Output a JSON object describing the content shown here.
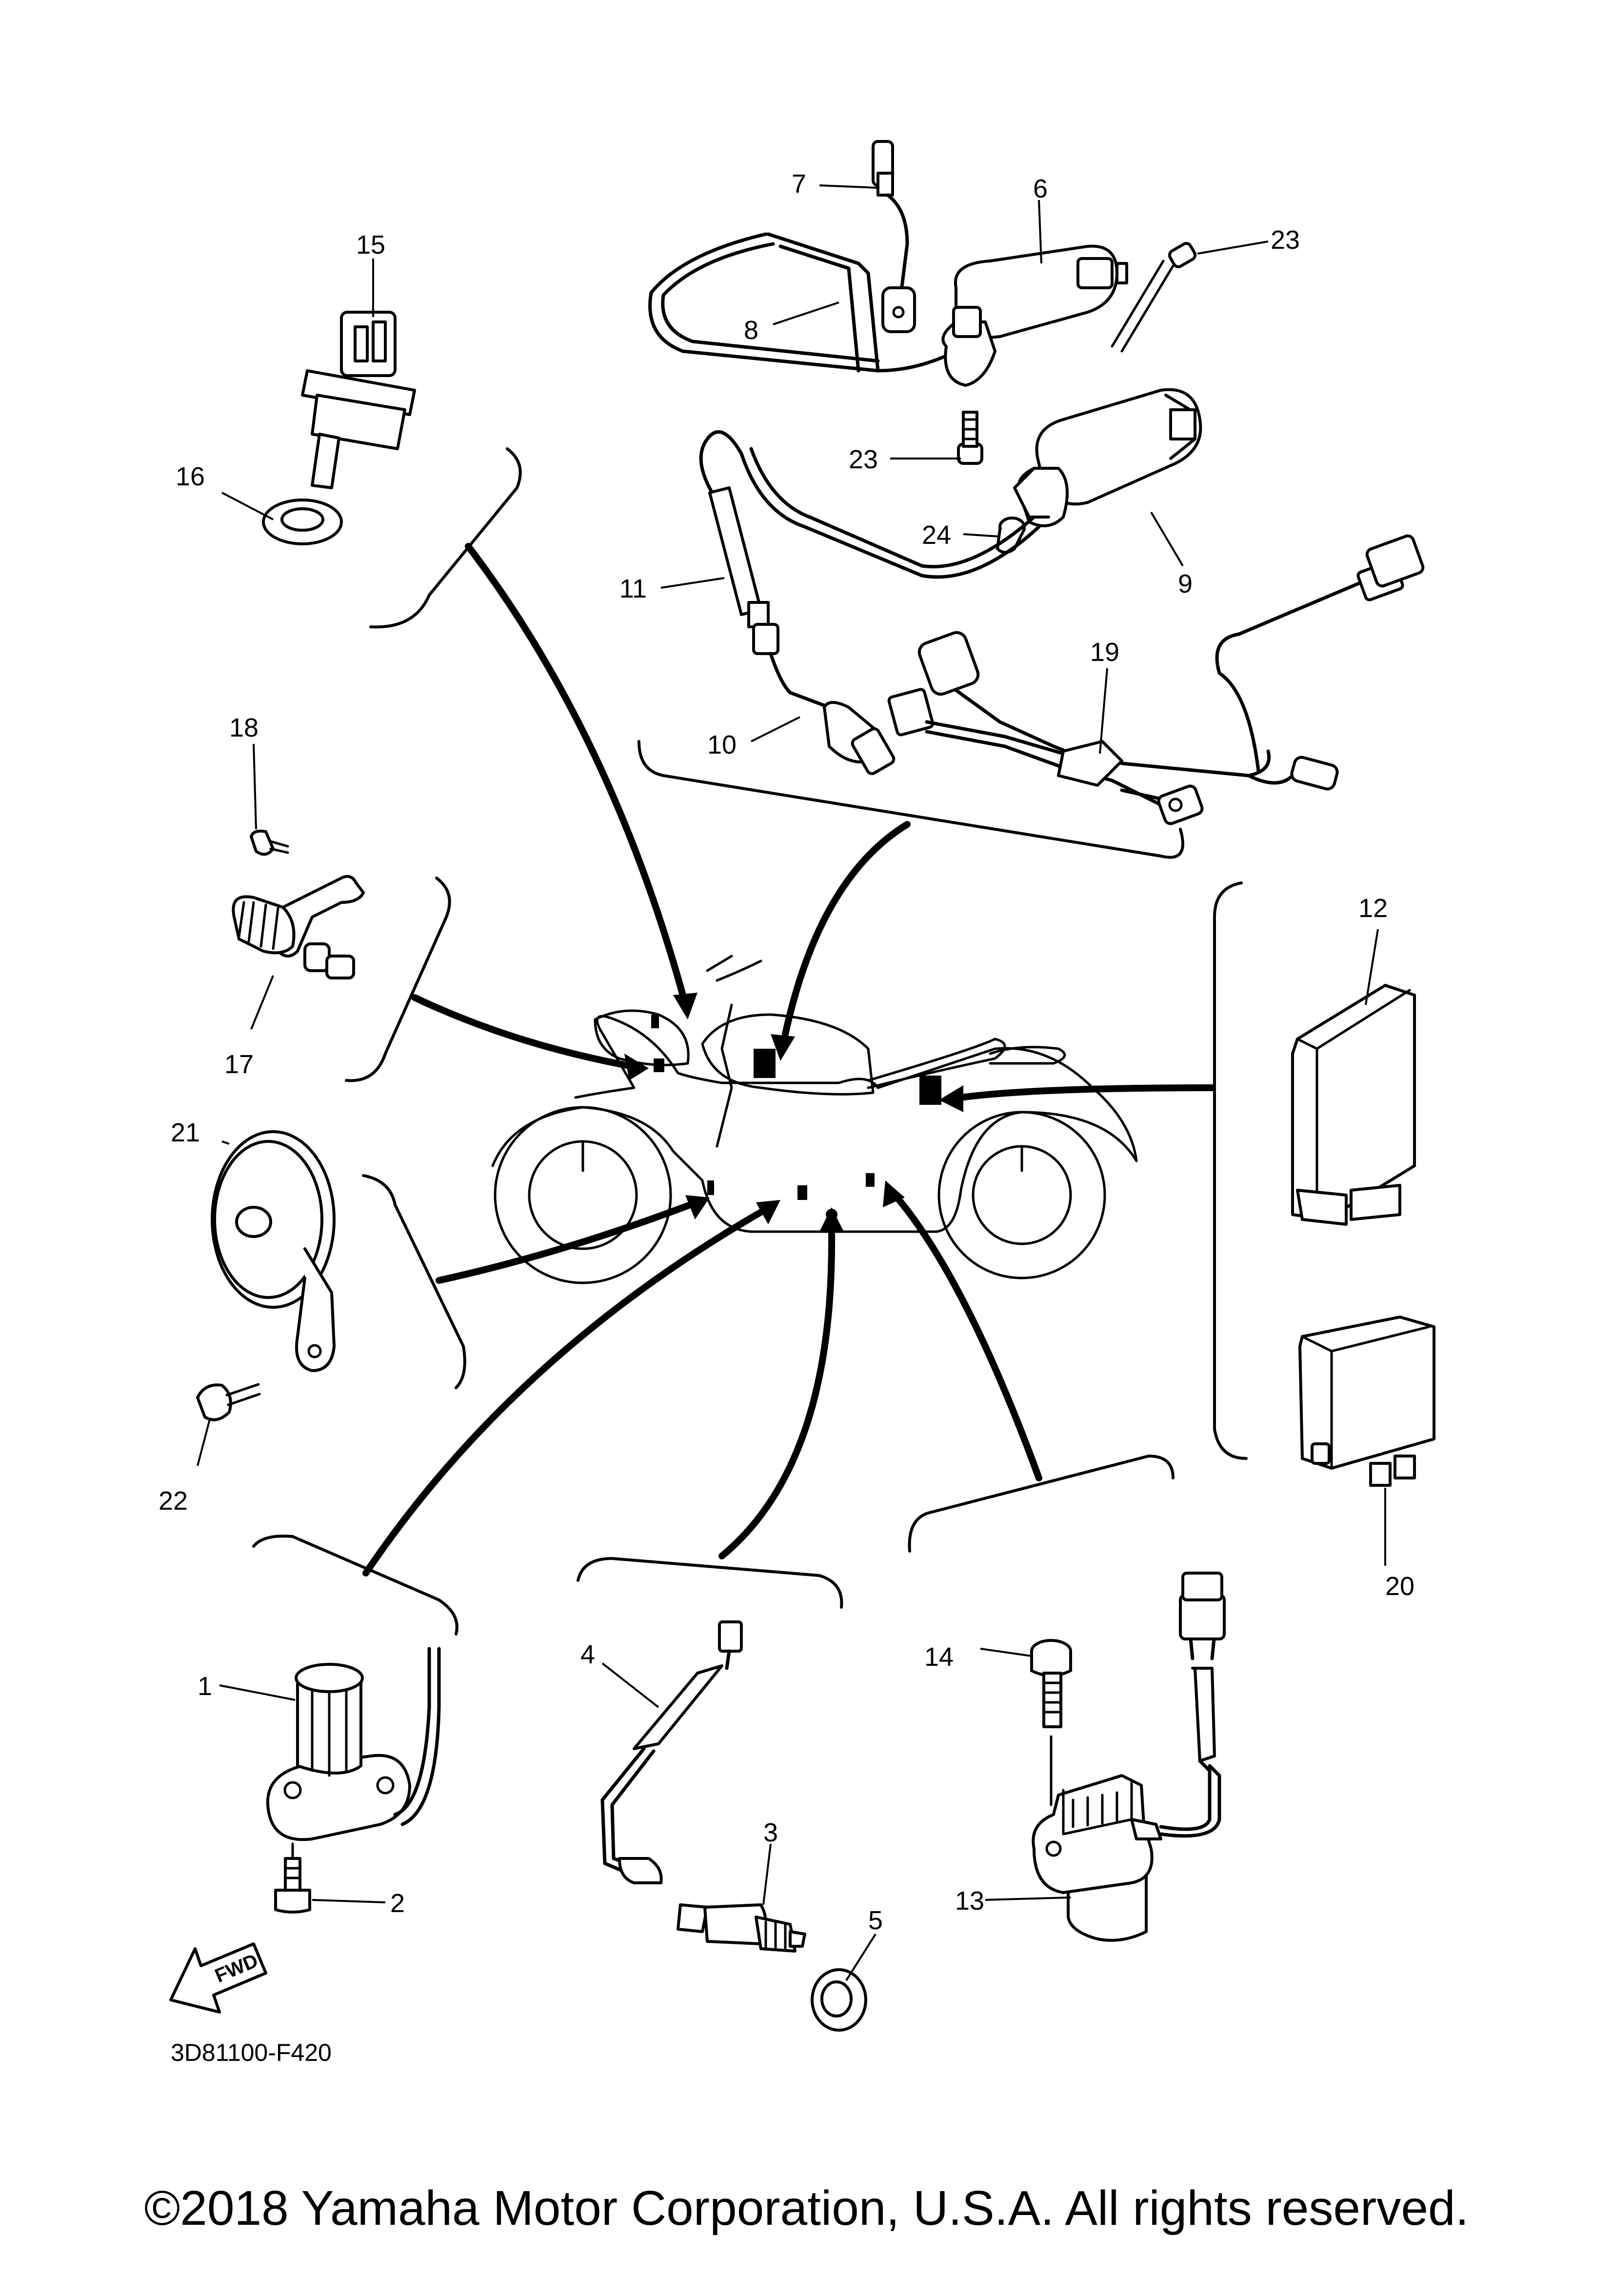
{
  "diagram_code": "3D81100-F420",
  "copyright": "©2018 Yamaha Motor Corporation, U.S.A. All rights reserved.",
  "fwd_label": "FWD",
  "callouts": [
    "1",
    "2",
    "3",
    "4",
    "5",
    "6",
    "7",
    "8",
    "9",
    "10",
    "11",
    "12",
    "13",
    "14",
    "15",
    "16",
    "17",
    "18",
    "19",
    "20",
    "21",
    "22",
    "23",
    "23",
    "24"
  ]
}
